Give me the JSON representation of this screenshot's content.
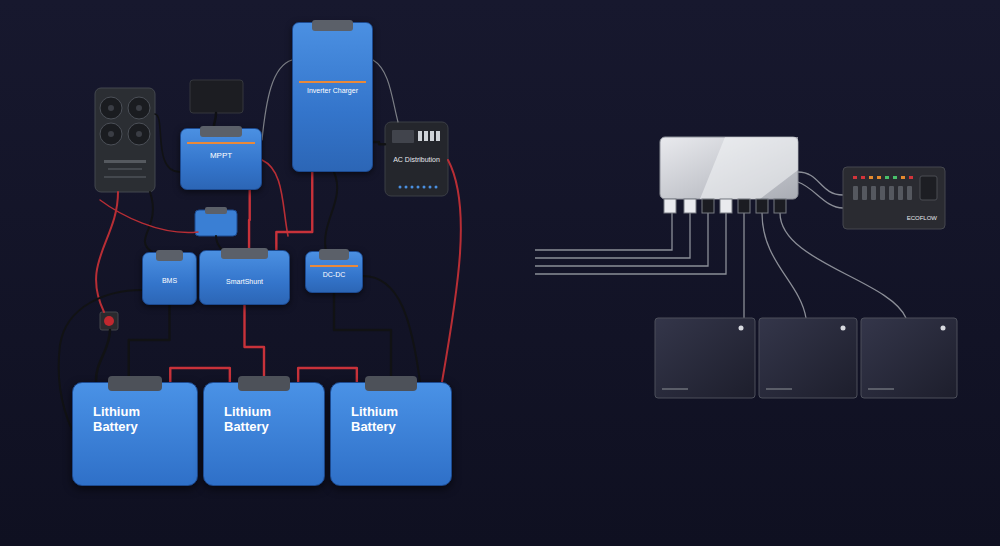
{
  "diagram": {
    "nodes": [
      {
        "text": [
          "MPPT"
        ]
      },
      {
        "text": [
          "Inverter Charger"
        ]
      },
      {
        "text": [
          "AC Distribution"
        ]
      },
      {
        "text": [
          "BMS"
        ]
      },
      {
        "text": [
          "SmartShunt"
        ]
      },
      {
        "text": [
          "DC-DC"
        ]
      },
      {
        "text": [
          "Lithium Battery"
        ]
      },
      {
        "text": [
          "Lithium Battery"
        ]
      },
      {
        "text": [
          "Lithium Battery"
        ]
      },
      {
        "text": [
          "ECOFLOW"
        ]
      }
    ],
    "edges": [
      {
        "from": 6,
        "to": 7,
        "arrow": "none"
      },
      {
        "from": 7,
        "to": 8,
        "arrow": "none"
      },
      {
        "from": 3,
        "to": 6,
        "arrow": "none"
      },
      {
        "from": 4,
        "to": 7,
        "arrow": "none"
      },
      {
        "from": 5,
        "to": 8,
        "arrow": "none"
      },
      {
        "from": 0,
        "to": 4,
        "arrow": "none"
      },
      {
        "from": 1,
        "to": 2,
        "arrow": "none"
      },
      {
        "from": 1,
        "to": 4,
        "arrow": "none"
      }
    ]
  }
}
